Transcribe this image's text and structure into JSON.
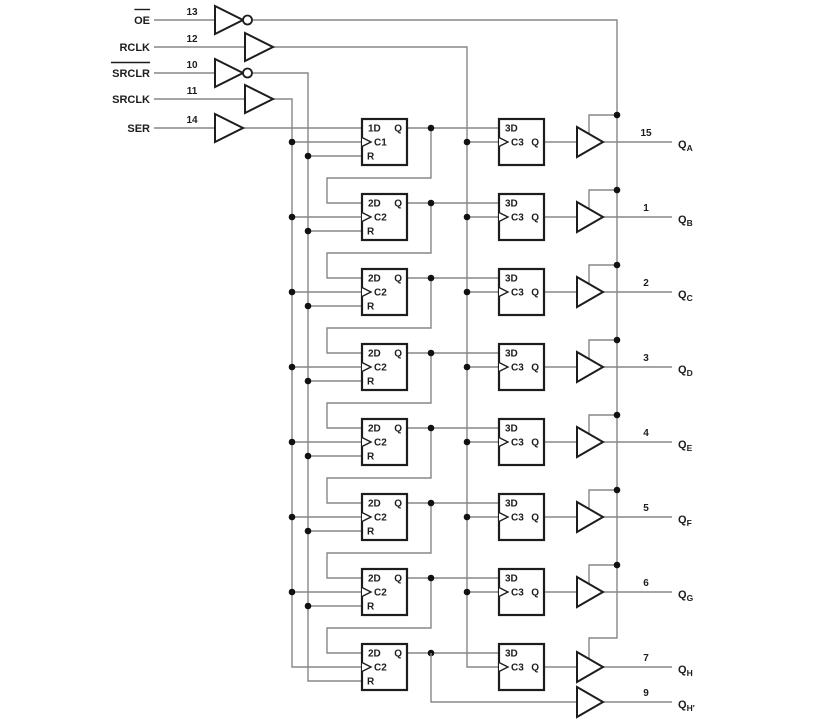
{
  "diagram": {
    "colors": {
      "background": "#ffffff",
      "wire": "#878787",
      "ink": "#1d1d1d"
    },
    "inputs": [
      {
        "id": "oe",
        "label": "OE",
        "overline": true,
        "pin": "13",
        "inverting": true
      },
      {
        "id": "rclk",
        "label": "RCLK",
        "overline": false,
        "pin": "12",
        "inverting": false
      },
      {
        "id": "srclr",
        "label": "SRCLR",
        "overline": true,
        "pin": "10",
        "inverting": true
      },
      {
        "id": "srclk",
        "label": "SRCLK",
        "overline": false,
        "pin": "11",
        "inverting": false
      },
      {
        "id": "ser",
        "label": "SER",
        "overline": false,
        "pin": "14",
        "inverting": false
      }
    ],
    "stages": [
      {
        "ff": {
          "d": "1D",
          "c": "C1",
          "r": "R",
          "q": "Q"
        },
        "latch": {
          "d": "3D",
          "c": "C3",
          "q": "Q"
        },
        "out": {
          "id": "qa",
          "pin": "15",
          "label": "Q",
          "sub": "A"
        }
      },
      {
        "ff": {
          "d": "2D",
          "c": "C2",
          "r": "R",
          "q": "Q"
        },
        "latch": {
          "d": "3D",
          "c": "C3",
          "q": "Q"
        },
        "out": {
          "id": "qb",
          "pin": "1",
          "label": "Q",
          "sub": "B"
        }
      },
      {
        "ff": {
          "d": "2D",
          "c": "C2",
          "r": "R",
          "q": "Q"
        },
        "latch": {
          "d": "3D",
          "c": "C3",
          "q": "Q"
        },
        "out": {
          "id": "qc",
          "pin": "2",
          "label": "Q",
          "sub": "C"
        }
      },
      {
        "ff": {
          "d": "2D",
          "c": "C2",
          "r": "R",
          "q": "Q"
        },
        "latch": {
          "d": "3D",
          "c": "C3",
          "q": "Q"
        },
        "out": {
          "id": "qd",
          "pin": "3",
          "label": "Q",
          "sub": "D"
        }
      },
      {
        "ff": {
          "d": "2D",
          "c": "C2",
          "r": "R",
          "q": "Q"
        },
        "latch": {
          "d": "3D",
          "c": "C3",
          "q": "Q"
        },
        "out": {
          "id": "qe",
          "pin": "4",
          "label": "Q",
          "sub": "E"
        }
      },
      {
        "ff": {
          "d": "2D",
          "c": "C2",
          "r": "R",
          "q": "Q"
        },
        "latch": {
          "d": "3D",
          "c": "C3",
          "q": "Q"
        },
        "out": {
          "id": "qf",
          "pin": "5",
          "label": "Q",
          "sub": "F"
        }
      },
      {
        "ff": {
          "d": "2D",
          "c": "C2",
          "r": "R",
          "q": "Q"
        },
        "latch": {
          "d": "3D",
          "c": "C3",
          "q": "Q"
        },
        "out": {
          "id": "qg",
          "pin": "6",
          "label": "Q",
          "sub": "G"
        }
      },
      {
        "ff": {
          "d": "2D",
          "c": "C2",
          "r": "R",
          "q": "Q"
        },
        "latch": {
          "d": "3D",
          "c": "C3",
          "q": "Q"
        },
        "out": {
          "id": "qh",
          "pin": "7",
          "label": "Q",
          "sub": "H"
        }
      }
    ],
    "serial_output": {
      "id": "qh-prime",
      "pin": "9",
      "label": "Q",
      "sub": "H'"
    }
  }
}
